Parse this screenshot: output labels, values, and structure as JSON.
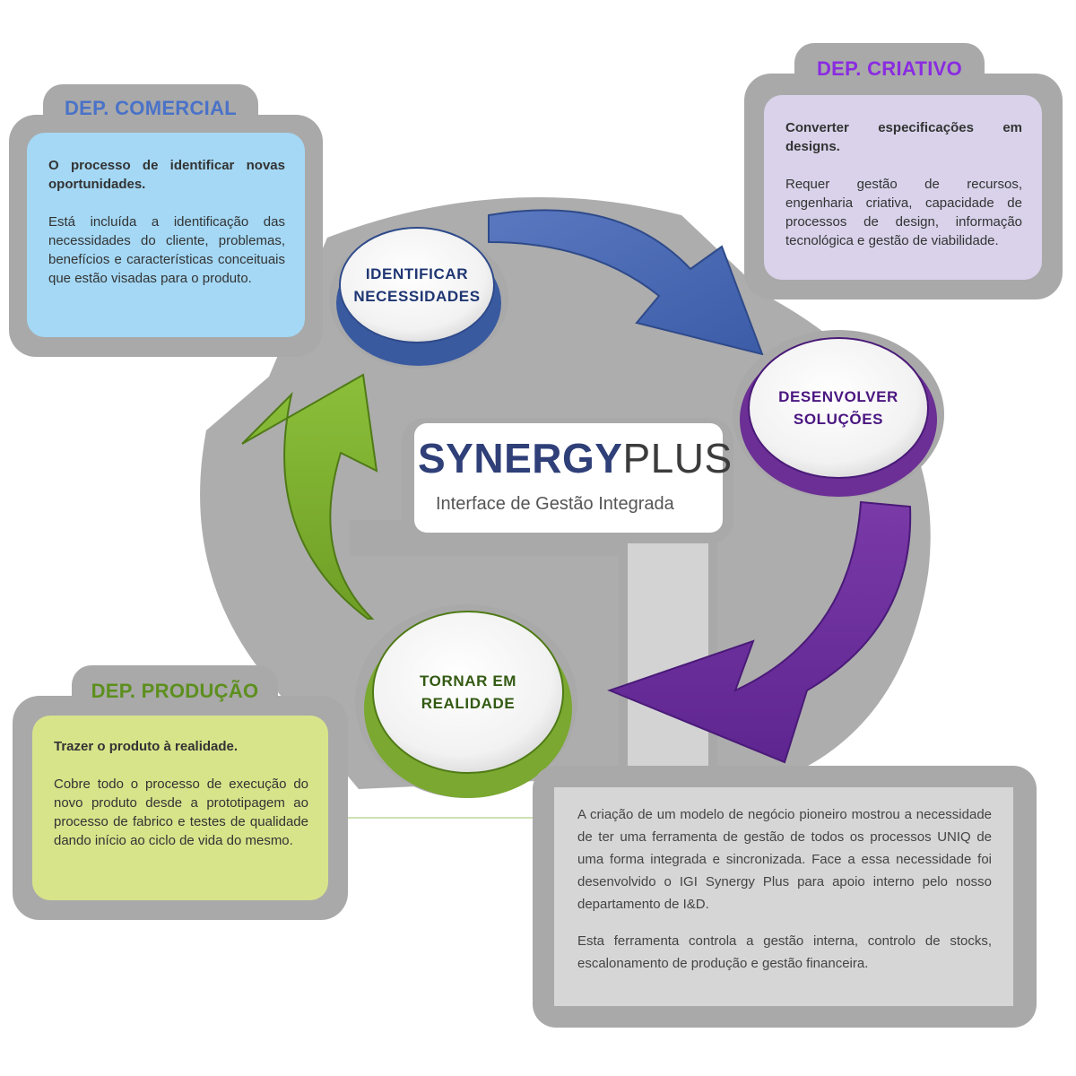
{
  "logo": {
    "name": "SYNERGY",
    "suffix": "PLUS",
    "subtitle": "Interface de Gestão Integrada"
  },
  "steps": [
    {
      "id": "identificar",
      "label": "IDENTIFICAR\nNECESSIDADES",
      "color": "#3a5aa0",
      "text_color": "#1f3673"
    },
    {
      "id": "desenvolver",
      "label": "DESENVOLVER\nSOLUÇÕES",
      "color": "#6b2f95",
      "text_color": "#4a1680"
    },
    {
      "id": "tornar",
      "label": "TORNAR EM\nREALIDADE",
      "color": "#7aa830",
      "text_color": "#335a12"
    }
  ],
  "departments": {
    "comercial": {
      "title": "DEP. COMERCIAL",
      "title_color": "#4a72c8",
      "panel_color": "#a4d8f5",
      "lead": "O processo de identificar novas oportunidades.",
      "body": "Está incluída a identificação das necessidades do cliente, problemas, benefícios e características conceituais que estão visadas para o produto."
    },
    "criativo": {
      "title": "DEP. CRIATIVO",
      "title_color": "#8a2be2",
      "panel_color": "#d9d2ea",
      "lead": "Converter especificações em designs.",
      "body": "Requer gestão de recursos, engenharia criativa, capacidade de processos de design, informação tecnológica e gestão de viabilidade."
    },
    "producao": {
      "title": "DEP. PRODUÇÃO",
      "title_color": "#5d8f1f",
      "panel_color": "#d8e48a",
      "lead": "Trazer o produto à realidade.",
      "body": "Cobre todo  o processo de execução do novo produto desde a prototipagem ao processo de fabrico e testes de qualidade dando início ao ciclo de vida do mesmo."
    }
  },
  "description": {
    "paragraph1": "A criação de um modelo de negócio pioneiro mostrou a necessidade de ter uma ferramenta de gestão de todos os processos UNIQ de uma forma integrada e sincronizada. Face a essa necessidade foi desenvolvido o IGI Synergy Plus para apoio interno pelo nosso departamento de I&D.",
    "paragraph2": "Esta ferramenta controla a gestão interna, controlo de stocks, escalonamento de produção e gestão financeira."
  }
}
